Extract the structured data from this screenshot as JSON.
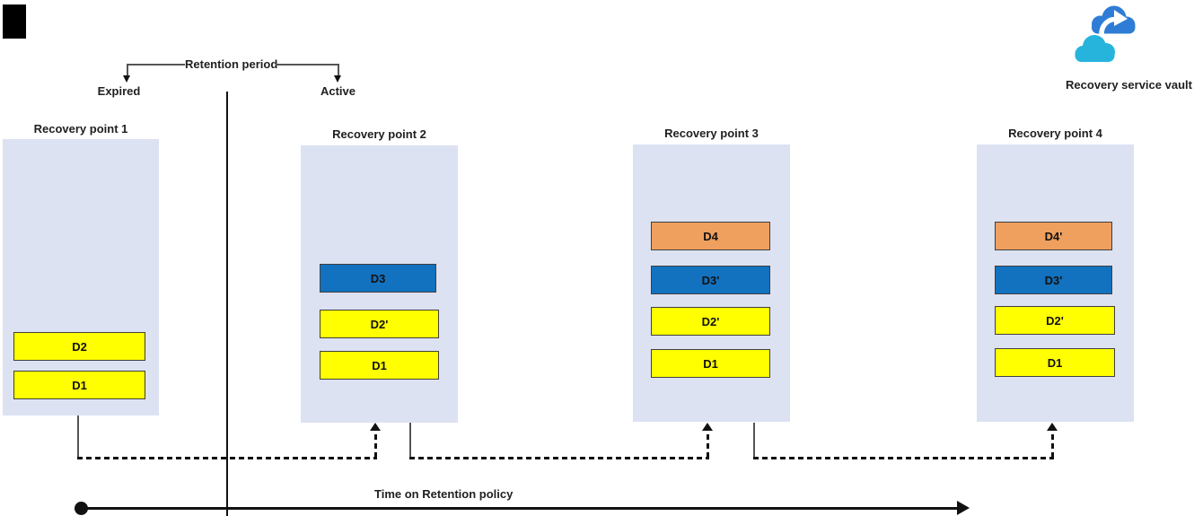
{
  "header": {
    "retention_period": "Retention period",
    "expired": "Expired",
    "active": "Active"
  },
  "vault": {
    "label": "Recovery service vault"
  },
  "timeline": {
    "label": "Time on Retention policy"
  },
  "colors": {
    "yellow": "#ffff00",
    "blue": "#1272bf",
    "orange": "#efa05e",
    "box_bg": "#dce2f2",
    "cloud_back_blue": "#2e7cd6",
    "cloud_front_cyan": "#26b4dd"
  },
  "recovery_points": [
    {
      "label": "Recovery point 1",
      "blocks": [
        {
          "label": "D2",
          "color": "#ffff00"
        },
        {
          "label": "D1",
          "color": "#ffff00"
        }
      ]
    },
    {
      "label": "Recovery point 2",
      "blocks": [
        {
          "label": "D3",
          "color": "#1272bf"
        },
        {
          "label": "D2'",
          "color": "#ffff00"
        },
        {
          "label": "D1",
          "color": "#ffff00"
        }
      ]
    },
    {
      "label": "Recovery point 3",
      "blocks": [
        {
          "label": "D4",
          "color": "#efa05e"
        },
        {
          "label": "D3'",
          "color": "#1272bf"
        },
        {
          "label": "D2'",
          "color": "#ffff00"
        },
        {
          "label": "D1",
          "color": "#ffff00"
        }
      ]
    },
    {
      "label": "Recovery point 4",
      "blocks": [
        {
          "label": "D4'",
          "color": "#efa05e"
        },
        {
          "label": "D3'",
          "color": "#1272bf"
        },
        {
          "label": "D2'",
          "color": "#ffff00"
        },
        {
          "label": "D1",
          "color": "#ffff00"
        }
      ]
    }
  ]
}
